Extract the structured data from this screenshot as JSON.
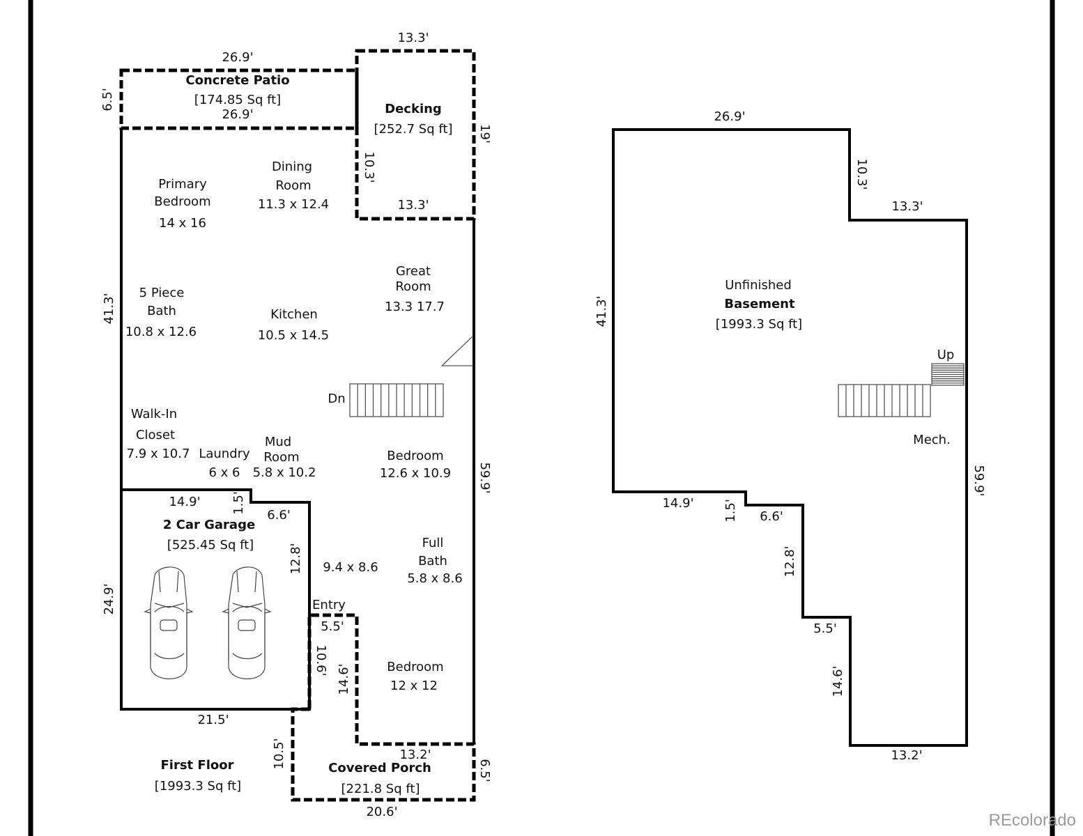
{
  "first_floor": {
    "title": "First Floor",
    "area": "[1993.3 Sq ft]",
    "patio": {
      "name": "Concrete Patio",
      "area": "[174.85 Sq ft]",
      "dim_top": "26.9'",
      "dim_bottom": "26.9'",
      "dim_left": "6.5'"
    },
    "deck": {
      "name": "Decking",
      "area": "[252.7 Sq ft]",
      "dim_top": "13.3'",
      "dim_bottom": "13.3'",
      "dim_left": "10.3'",
      "dim_right": "19'"
    },
    "garage": {
      "name": "2 Car Garage",
      "area": "[525.45 Sq ft]",
      "dim_top": "14.9'",
      "dim_step": "1.5'",
      "dim_step_w": "6.6'",
      "dim_right": "12.8'",
      "dim_left": "24.9'",
      "dim_bottom": "21.5'"
    },
    "porch": {
      "name": "Covered Porch",
      "area": "[221.8 Sq ft]",
      "dim_top": "13.2'",
      "dim_bottom": "20.6'",
      "dim_left": "10.5'",
      "dim_right": "6.5'"
    },
    "dims": {
      "left": "41.3'",
      "right": "59.9'",
      "entry_w": "5.5'",
      "entry_h": "10.6'",
      "bed_left": "14.6'"
    },
    "rooms": {
      "primary_bedroom": [
        "Primary",
        "Bedroom",
        "14 x 16"
      ],
      "dining": [
        "Dining",
        "Room",
        "11.3 x 12.4"
      ],
      "great_room": [
        "Great",
        "Room",
        "13.3 17.7"
      ],
      "bath5": [
        "5 Piece",
        "Bath",
        "10.8 x 12.6"
      ],
      "kitchen": [
        "Kitchen",
        "10.5 x 14.5"
      ],
      "closet": [
        "Walk-In",
        "Closet",
        "7.9 x 10.7"
      ],
      "laundry": [
        "Laundry",
        "6 x 6"
      ],
      "mud": [
        "Mud",
        "Room",
        "5.8 x 10.2"
      ],
      "bedroom2": [
        "Bedroom",
        "12.6 x 10.9"
      ],
      "entry": [
        "Entry",
        "9.4 x 8.6"
      ],
      "full_bath": [
        "Full",
        "Bath",
        "5.8 x 8.6"
      ],
      "bedroom3": [
        "Bedroom",
        "12 x 12"
      ]
    },
    "stairs_label": "Dn"
  },
  "basement": {
    "label1": "Unfinished",
    "name": "Basement",
    "area": "[1993.3 Sq ft]",
    "stairs_label": "Up",
    "mech": "Mech.",
    "dims": {
      "top": "26.9'",
      "left": "41.3'",
      "notch_h": "10.3'",
      "notch_w": "13.3'",
      "right": "59.9'",
      "bottom_left": "14.9'",
      "step_h": "1.5'",
      "step_w": "6.6'",
      "mid_h": "12.8'",
      "mid_w": "5.5'",
      "low_h": "14.6'",
      "bottom": "13.2'"
    }
  },
  "watermark": "REcolorado"
}
